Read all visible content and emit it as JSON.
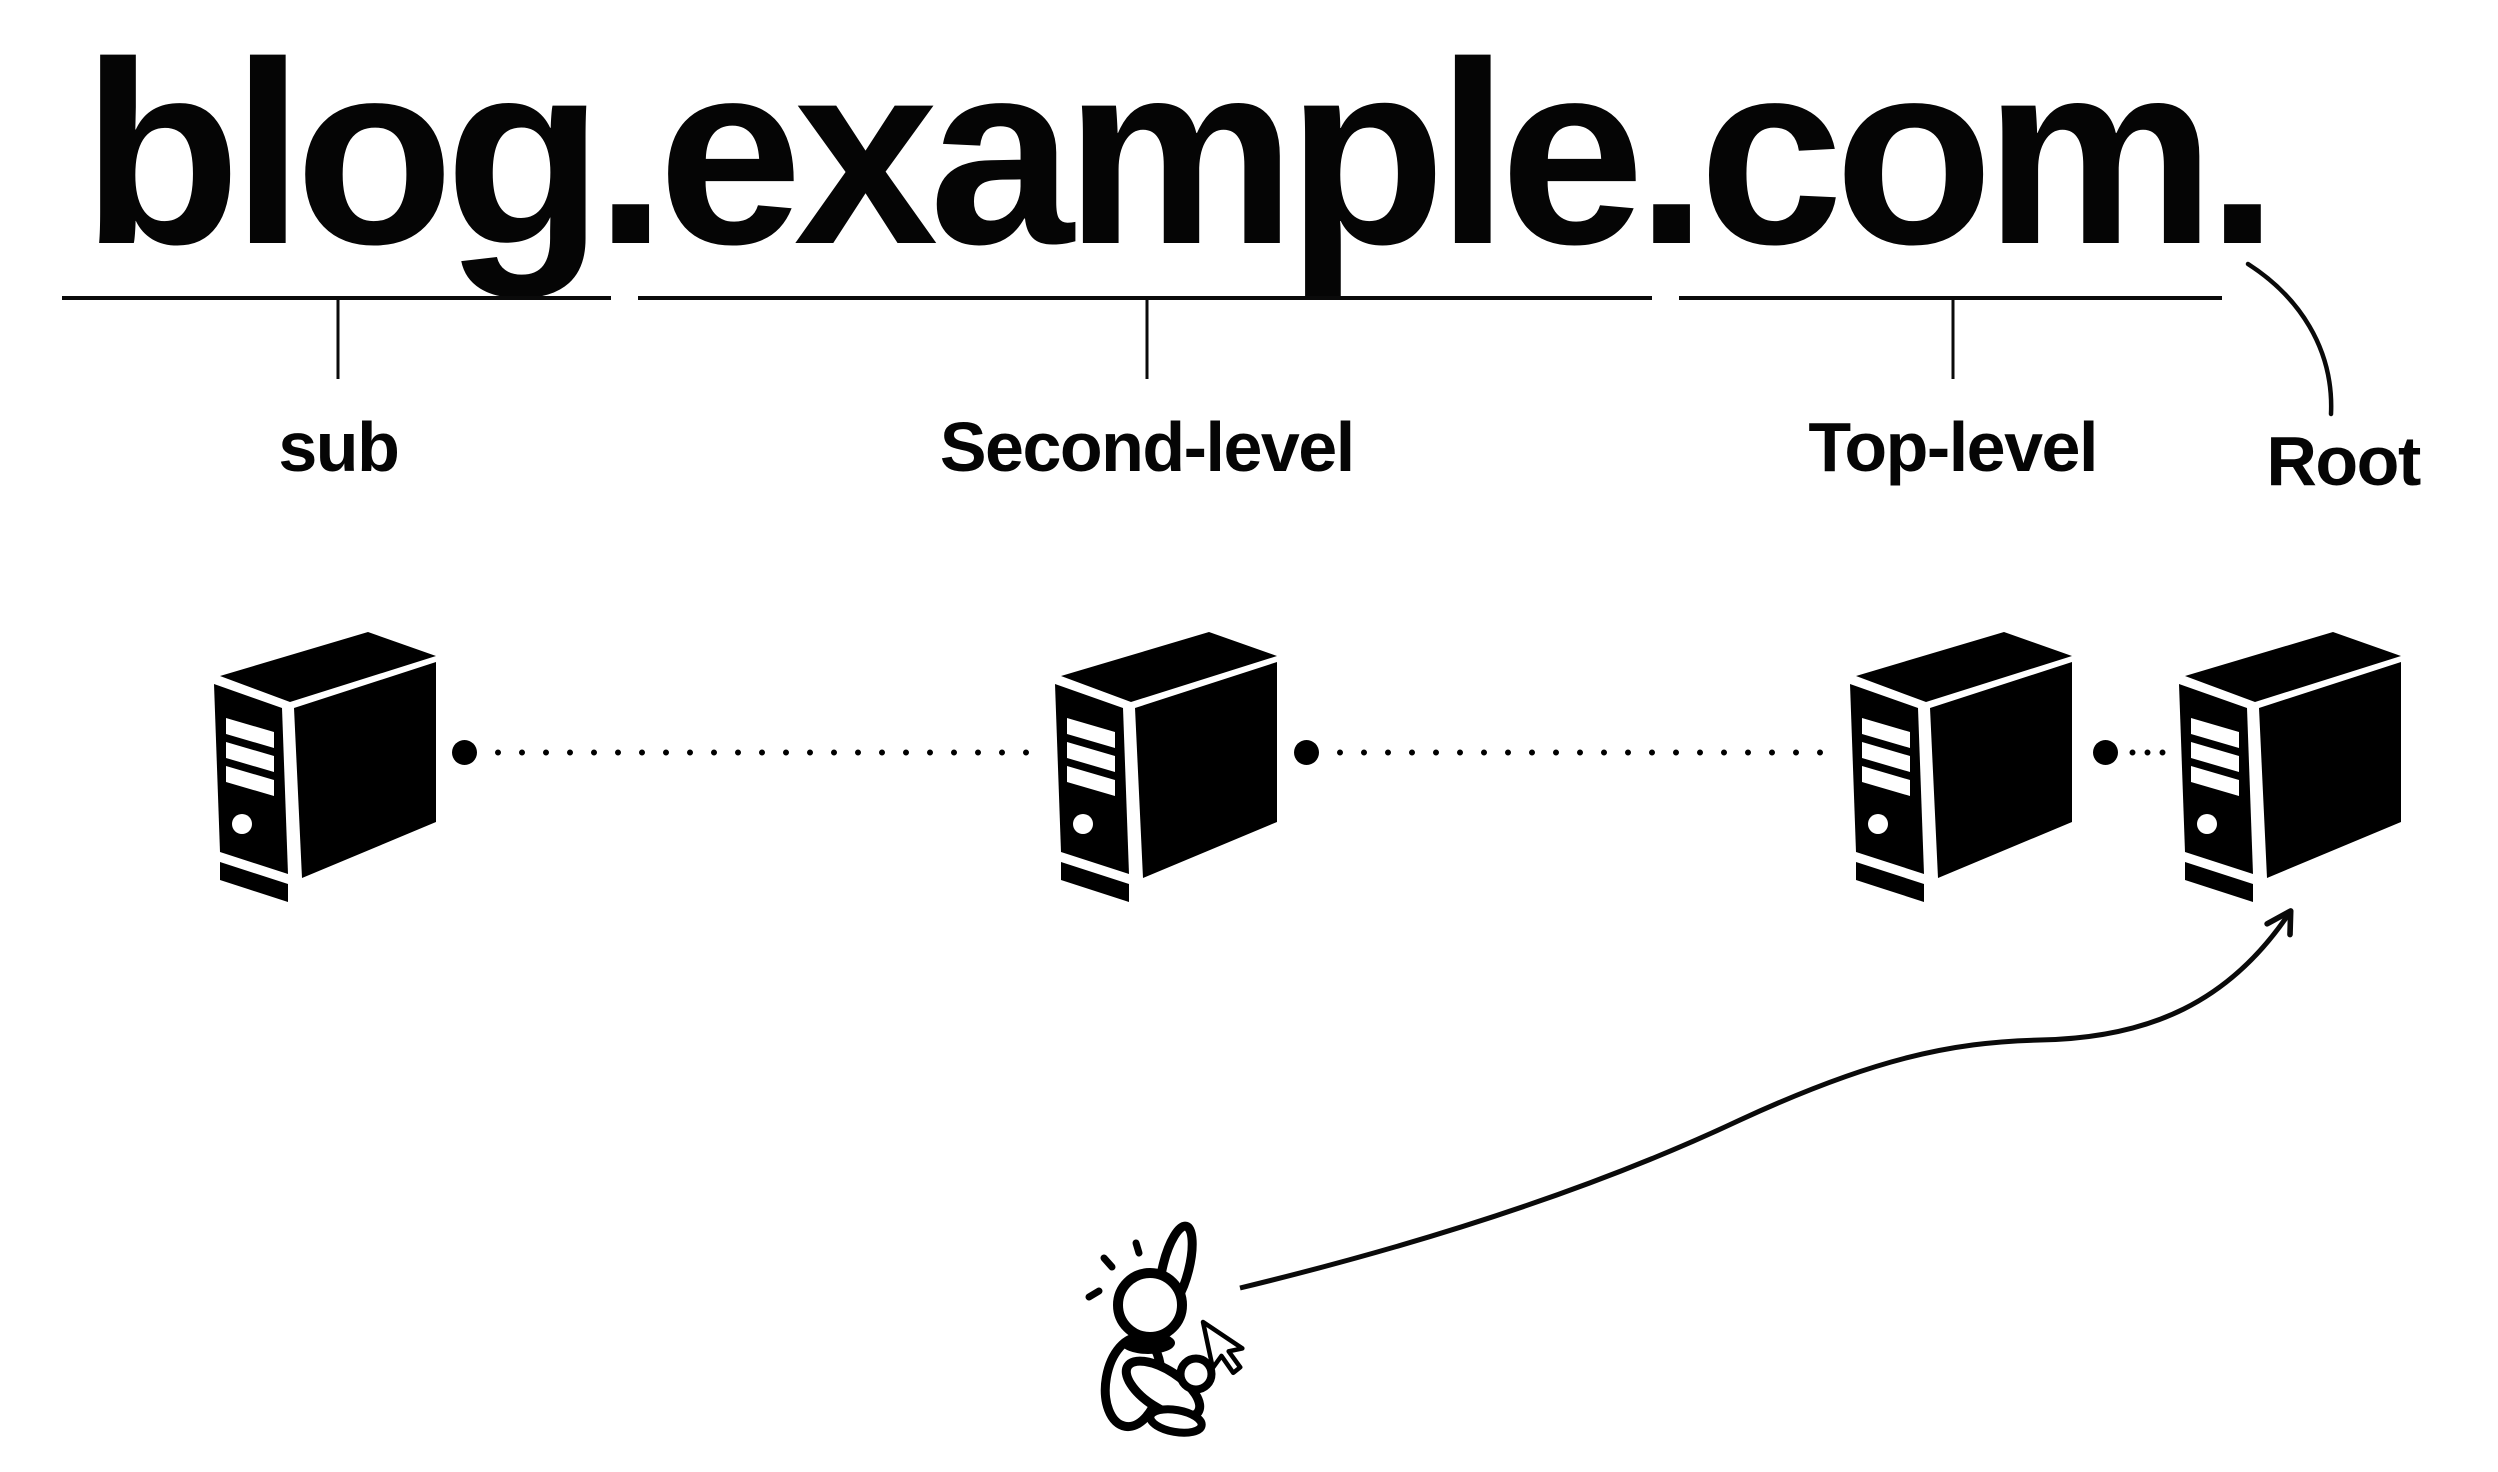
{
  "page": {
    "background": "#ffffff",
    "ink": "#0a0a0a"
  },
  "domain_diagram": {
    "full_domain": "blog.example.com.",
    "segments": [
      {
        "text": "blog",
        "label": "sub"
      },
      {
        "text": "."
      },
      {
        "text": "example",
        "label": "Second-level"
      },
      {
        "text": "."
      },
      {
        "text": "com",
        "label": "Top-level"
      },
      {
        "text": ".",
        "label": "Root"
      }
    ],
    "servers": [
      {
        "level": "sub"
      },
      {
        "level": "Second-level"
      },
      {
        "level": "Top-level"
      },
      {
        "level": "Root"
      }
    ],
    "icons": {
      "server": "tower-server-icon",
      "person": "person-pointing-up-icon",
      "cursor": "mouse-cursor-icon",
      "connector": "dotted-line-connector",
      "arrow_to_root_server": "curved-arrow",
      "root_dot_connector": "curved-line"
    }
  }
}
